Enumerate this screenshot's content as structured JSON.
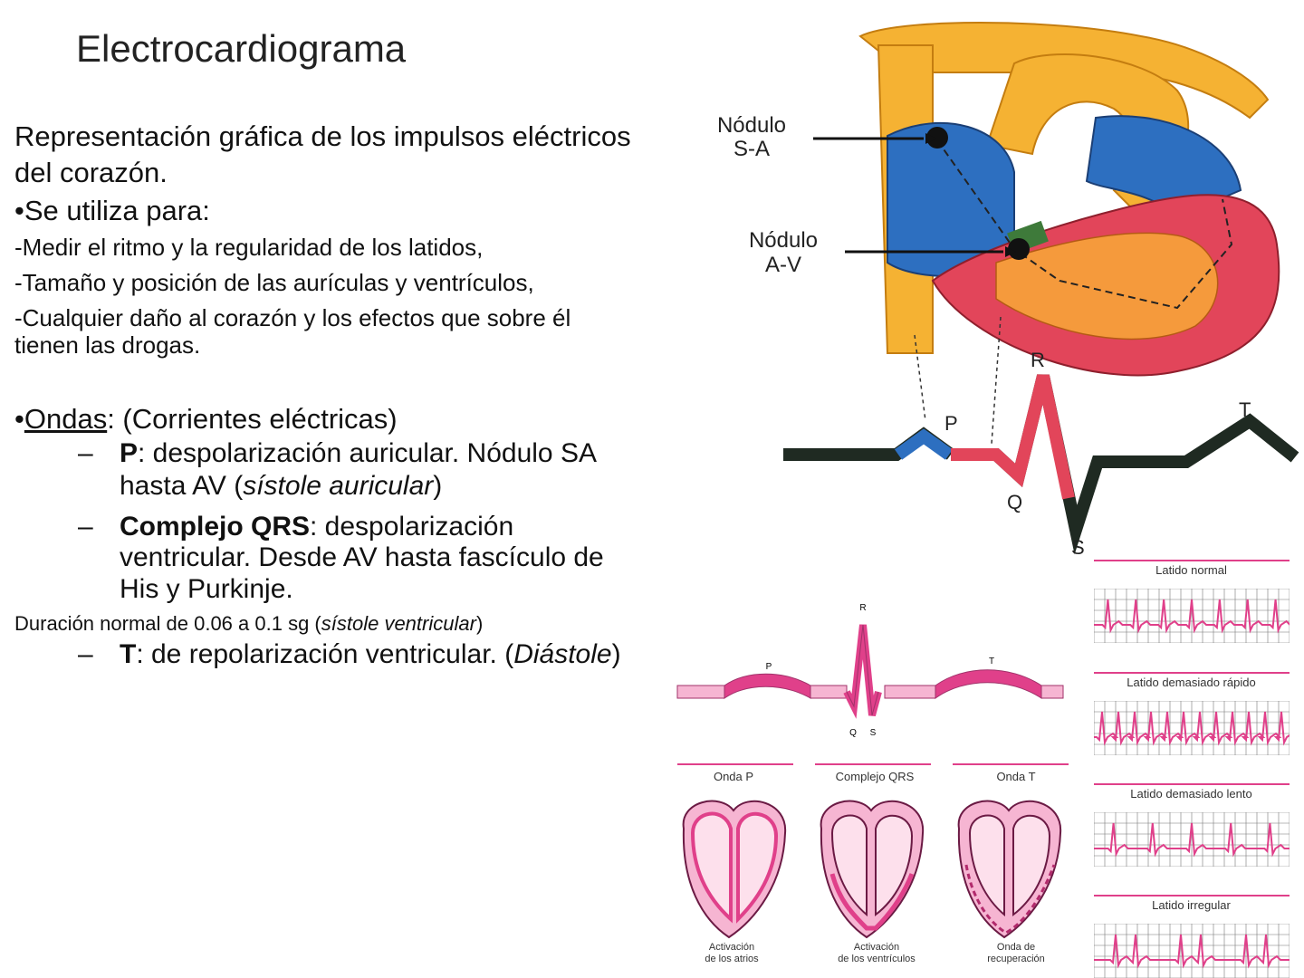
{
  "slide": {
    "title": "Electrocardiograma",
    "intro_line1": "Representación gráfica de los impulsos eléctricos",
    "intro_line2": "del corazón.",
    "uses_heading": "•Se utiliza para:",
    "uses": [
      "-Medir el ritmo y la regularidad de los latidos,",
      "-Tamaño y posición de las aurículas y ventrículos,",
      "-Cualquier daño al corazón y los efectos que sobre él",
      "tienen las drogas."
    ],
    "ondas_bullet": "•",
    "ondas_word": "Ondas",
    "ondas_rest": ": (Corrientes eléctricas)",
    "dash": "–",
    "p_bold": "P",
    "p_text": ": despolarización auricular. Nódulo SA",
    "p_text2a": "hasta AV (",
    "p_text2i": "sístole auricular",
    "p_text2b": ")",
    "qrs_bold": "Complejo QRS",
    "qrs_text": ": despolarización",
    "qrs_text2": "ventricular. Desde AV hasta fascículo de",
    "qrs_text3": "His y Purkinje.",
    "dur_a": "Duración normal de 0.06 a 0.1 sg (",
    "dur_i": "sístole ventricular",
    "dur_b": ")",
    "t_bold": "T",
    "t_text": ": de repolarización ventricular. (",
    "t_i": "Diástole",
    "t_b": ")"
  },
  "heart_diagram": {
    "sa_label_1": "Nódulo",
    "sa_label_2": "S-A",
    "av_label_1": "Nódulo",
    "av_label_2": "A-V",
    "wave_P": "P",
    "wave_Q": "Q",
    "wave_R": "R",
    "wave_S": "S",
    "wave_T": "T",
    "colors": {
      "atria": "#2d6fc0",
      "ventricle": "#e2455a",
      "vessel": "#f5b233",
      "baseline": "#1f2a22"
    }
  },
  "ecg_pink": {
    "R": "R",
    "P": "P",
    "T": "T",
    "Q": "Q",
    "S": "S",
    "captions": [
      "Onda P",
      "Complejo QRS",
      "Onda T"
    ],
    "sub_captions": [
      [
        "Activación",
        "de los atrios"
      ],
      [
        "Activación",
        "de los ventrículos"
      ],
      [
        "Onda de",
        "recuperación"
      ]
    ],
    "color": "#e0408a"
  },
  "rhythm_strips": {
    "titles": [
      "Latido normal",
      "Latido demasiado rápido",
      "Latido demasiado lento",
      "Latido irregular"
    ]
  }
}
